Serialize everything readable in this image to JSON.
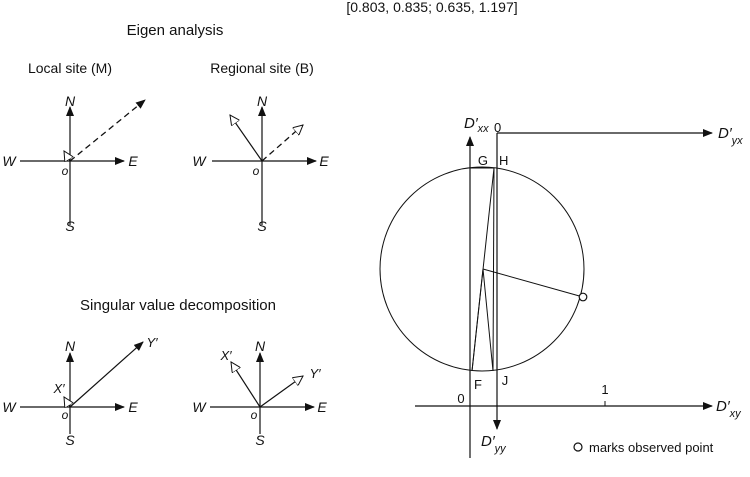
{
  "matrix_label": "[0.803, 0.835; 0.635, 1.197]",
  "eigen": {
    "heading": "Eigen analysis",
    "local_title": "Local site (M)",
    "regional_title": "Regional site (B)"
  },
  "svd": {
    "heading": "Singular value decomposition"
  },
  "compass": {
    "north": "N",
    "south": "S",
    "east": "E",
    "west": "W",
    "origin": "o"
  },
  "svd_labels": {
    "x_prime": "X′",
    "y_prime": "Y′"
  },
  "mohr": {
    "axis_dxx": "D′",
    "axis_dxx_sub": "xx",
    "axis_dyx": "D′",
    "axis_dyx_sub": "yx",
    "axis_dxy": "D′",
    "axis_dxy_sub": "xy",
    "axis_dyy": "D′",
    "axis_dyy_sub": "yy",
    "zero_top": "0",
    "zero_bottom": "0",
    "tick_one": "1",
    "point_g": "G",
    "point_h": "H",
    "point_f": "F",
    "point_j": "J",
    "legend_text": "marks observed point"
  }
}
